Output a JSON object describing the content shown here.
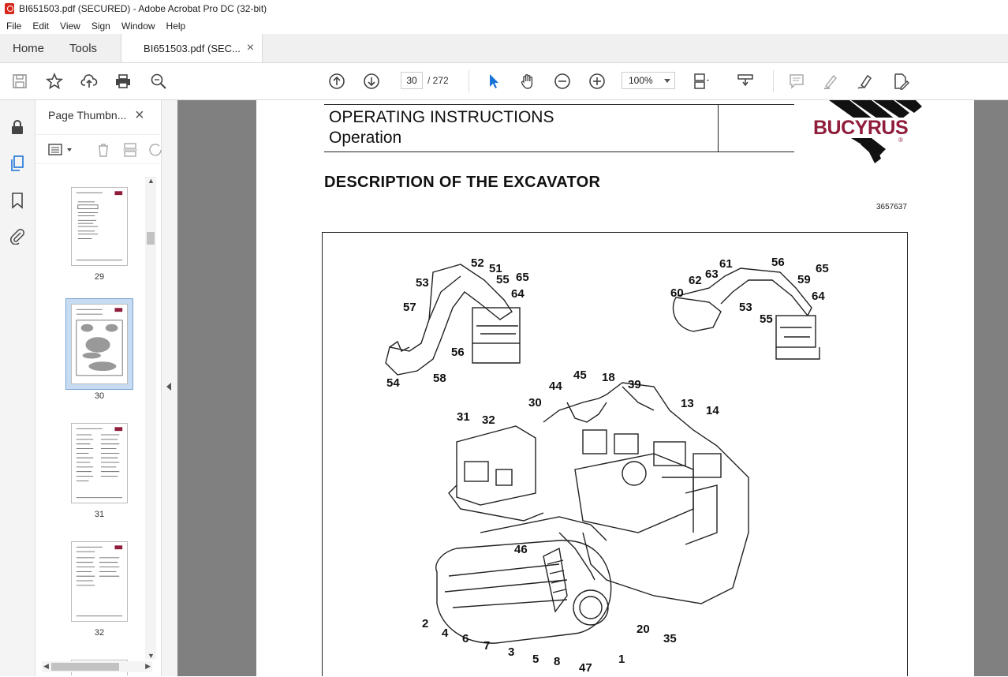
{
  "window": {
    "title": "BI651503.pdf (SECURED) - Adobe Acrobat Pro DC (32-bit)"
  },
  "menu": [
    "File",
    "Edit",
    "View",
    "Sign",
    "Window",
    "Help"
  ],
  "tabs": {
    "home": "Home",
    "tools": "Tools",
    "document": "BI651503.pdf (SEC...",
    "close": "×"
  },
  "toolbar": {
    "page_current": "30",
    "page_total": "/ 272",
    "zoom": "100%"
  },
  "panel": {
    "title": "Page Thumbn...",
    "close": "×",
    "thumbnails": [
      {
        "label": "29"
      },
      {
        "label": "30",
        "selected": true
      },
      {
        "label": "31"
      },
      {
        "label": "32"
      }
    ]
  },
  "document": {
    "header_line1": "OPERATING INSTRUCTIONS",
    "header_line2": "Operation",
    "brand": "BUCYRUS",
    "registered": "®",
    "heading": "DESCRIPTION OF THE EXCAVATOR",
    "doc_number": "3657637",
    "callouts_top_left": [
      "52",
      "51",
      "53",
      "55",
      "65",
      "64",
      "57",
      "56",
      "54",
      "58"
    ],
    "callouts_top_right": [
      "61",
      "56",
      "62",
      "63",
      "65",
      "59",
      "60",
      "53",
      "64",
      "55"
    ],
    "callouts_main": [
      "45",
      "18",
      "44",
      "39",
      "30",
      "13",
      "14",
      "31",
      "32",
      "46",
      "2",
      "4",
      "6",
      "7",
      "3",
      "5",
      "8",
      "47",
      "1",
      "20",
      "35"
    ]
  },
  "colors": {
    "brand_red": "#8f1d3b",
    "viewer_bg": "#808080",
    "selection": "#c7dcf3",
    "cursor_blue": "#1a73d9"
  }
}
